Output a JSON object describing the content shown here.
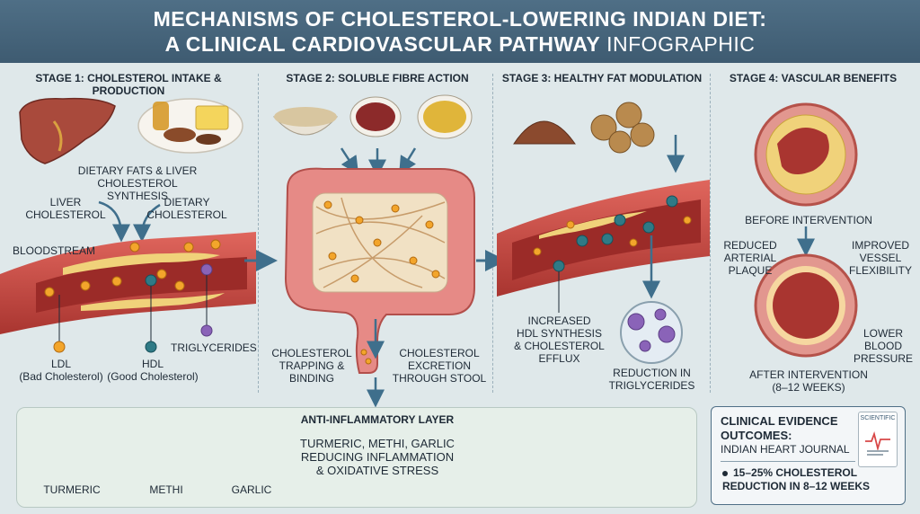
{
  "header": {
    "line1": "MECHANISMS OF CHOLESTEROL-LOWERING INDIAN DIET:",
    "line2_bold": "A CLINICAL CARDIOVASCULAR PATHWAY",
    "line2_light": "INFOGRAPHIC"
  },
  "stage1": {
    "title": "STAGE 1: CHOLESTEROL INTAKE & PRODUCTION",
    "dietary_fats": "DIETARY FATS & LIVER\nCHOLESTEROL SYNTHESIS",
    "liver_cholesterol": "LIVER\nCHOLESTEROL",
    "dietary_cholesterol": "DIETARY\nCHOLESTEROL",
    "bloodstream": "BLOODSTREAM",
    "ldl": "LDL\n(Bad Cholesterol)",
    "hdl": "HDL\n(Good Cholesterol)",
    "triglycerides": "TRIGLYCERIDES"
  },
  "stage2": {
    "title": "STAGE 2: SOLUBLE FIBRE ACTION",
    "trapping": "CHOLESTEROL\nTRAPPING &\nBINDING",
    "excretion": "CHOLESTEROL\nEXCRETION\nTHROUGH STOOL"
  },
  "stage3": {
    "title": "STAGE 3: HEALTHY FAT MODULATION",
    "hdl_synthesis": "INCREASED\nHDL SYNTHESIS\n& CHOLESTEROL\nEFFLUX",
    "tg_reduction": "REDUCTION IN\nTRIGLYCERIDES"
  },
  "stage4": {
    "title": "STAGE 4: VASCULAR BENEFITS",
    "before": "BEFORE INTERVENTION",
    "reduced_plaque": "REDUCED\nARTERIAL\nPLAQUE",
    "flexibility": "IMPROVED\nVESSEL\nFLEXIBILITY",
    "blood_pressure": "LOWER\nBLOOD\nPRESSURE",
    "after": "AFTER INTERVENTION\n(8–12 WEEKS)"
  },
  "anti_inflammatory": {
    "title": "ANTI-INFLAMMATORY LAYER",
    "description": "TURMERIC, METHI, GARLIC\nREDUCING INFLAMMATION\n& OXIDATIVE STRESS",
    "items": [
      "TURMERIC",
      "METHI",
      "GARLIC"
    ]
  },
  "evidence": {
    "title": "CLINICAL EVIDENCE\nOUTCOMES:",
    "source": "INDIAN HEART JOURNAL",
    "bullet": "15–25% CHOLESTEROL\nREDUCTION IN 8–12 WEEKS",
    "badge": "SCIENTIFIC"
  },
  "colors": {
    "header": "#4f6f86",
    "vessel": "#c9463f",
    "plaque": "#f0d27a",
    "ldl": "#f3a52b",
    "hdl": "#2f7a86",
    "triglyceride": "#8a63b8",
    "arrow": "#3f6f8c"
  }
}
